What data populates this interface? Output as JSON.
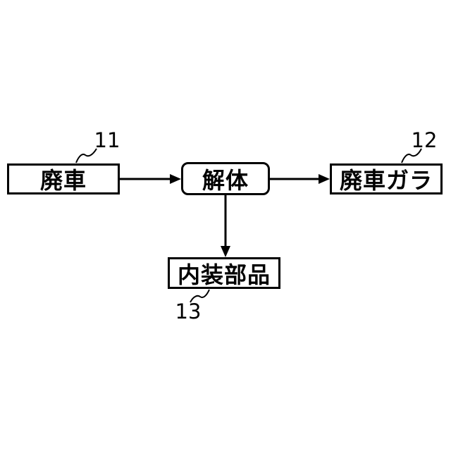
{
  "figure": {
    "background_color": "#ffffff",
    "stroke_color": "#000000",
    "nodes": {
      "scrap_car": {
        "label": "廃車",
        "ref": "11",
        "shape": "rect"
      },
      "dismantling": {
        "label": "解体",
        "shape": "rounded-rect"
      },
      "car_hulk": {
        "label": "廃車ガラ",
        "ref": "12",
        "shape": "rect"
      },
      "interior_parts": {
        "label": "内装部品",
        "ref": "13",
        "shape": "rect"
      }
    },
    "edges": [
      {
        "from": "scrap_car",
        "to": "dismantling",
        "direction": "right"
      },
      {
        "from": "dismantling",
        "to": "car_hulk",
        "direction": "right"
      },
      {
        "from": "dismantling",
        "to": "interior_parts",
        "direction": "down"
      }
    ]
  }
}
